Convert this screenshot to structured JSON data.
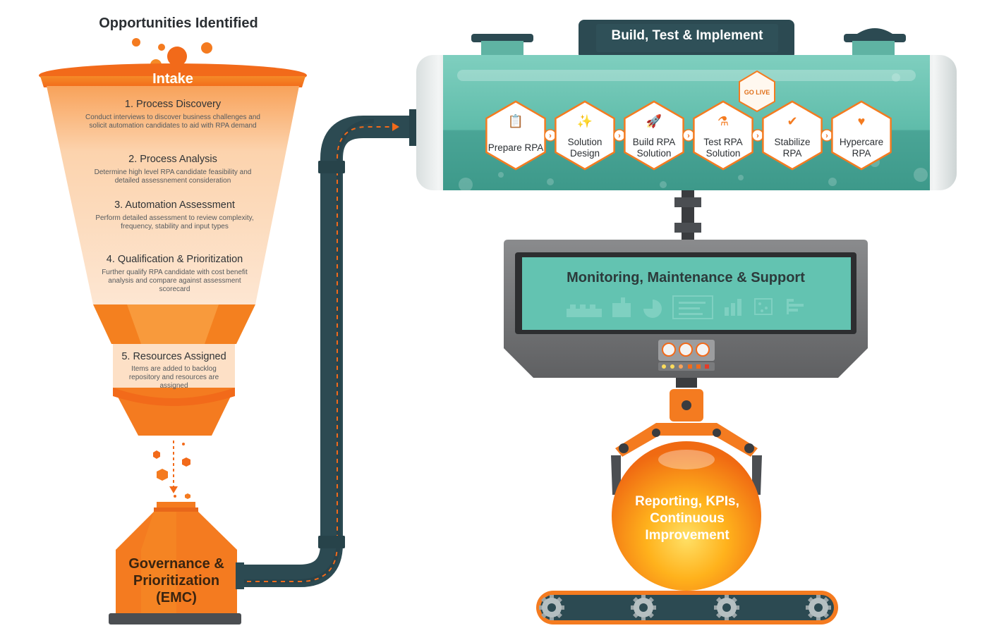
{
  "header": {
    "title": "Opportunities Identified"
  },
  "funnel": {
    "intake_label": "Intake",
    "steps": [
      {
        "title": "1. Process Discovery",
        "desc": "Conduct interviews to discover business challenges and solicit automation candidates to aid with RPA demand"
      },
      {
        "title": "2. Process Analysis",
        "desc": "Determine high level RPA candidate feasibility and detailed assessnement consideration"
      },
      {
        "title": "3. Automation Assessment",
        "desc": "Perform detailed assessment to review complexity, frequency, stability and input types"
      },
      {
        "title": "4. Qualification & Prioritization",
        "desc": "Further qualify RPA candidate with cost benefit analysis and compare against assessment scorecard"
      },
      {
        "title": "5. Resources Assigned",
        "desc": "Items are added to backlog repository and resources are assigned"
      }
    ]
  },
  "governance": {
    "line1": "Governance &",
    "line2": "Prioritization",
    "line3": "(EMC)"
  },
  "build": {
    "title": "Build, Test & Implement",
    "go_live": "GO LIVE",
    "stages": [
      {
        "line1": "Prepare RPA",
        "line2": "",
        "icon": "clipboard-icon"
      },
      {
        "line1": "Solution",
        "line2": "Design",
        "icon": "magic-wand-icon"
      },
      {
        "line1": "Build RPA",
        "line2": "Solution",
        "icon": "rocket-icon"
      },
      {
        "line1": "Test RPA",
        "line2": "Solution",
        "icon": "flask-icon"
      },
      {
        "line1": "Stabilize",
        "line2": "RPA",
        "icon": "shield-check-icon"
      },
      {
        "line1": "Hypercare",
        "line2": "RPA",
        "icon": "heart-pulse-icon"
      }
    ]
  },
  "monitoring": {
    "title": "Monitoring, Maintenance & Support",
    "icons": [
      "factory-line-icon",
      "factory-icon",
      "pie-chart-icon",
      "dashboard-icon",
      "bar-chart-icon",
      "scatter-icon",
      "gantt-icon"
    ]
  },
  "reporting": {
    "line1": "Reporting, KPIs,",
    "line2": "Continuous",
    "line3": "Improvement"
  },
  "colors": {
    "orange": "#f47b20",
    "teal": "#62c2b0",
    "dark_teal": "#2c4a52",
    "grey": "#6d6e70"
  }
}
